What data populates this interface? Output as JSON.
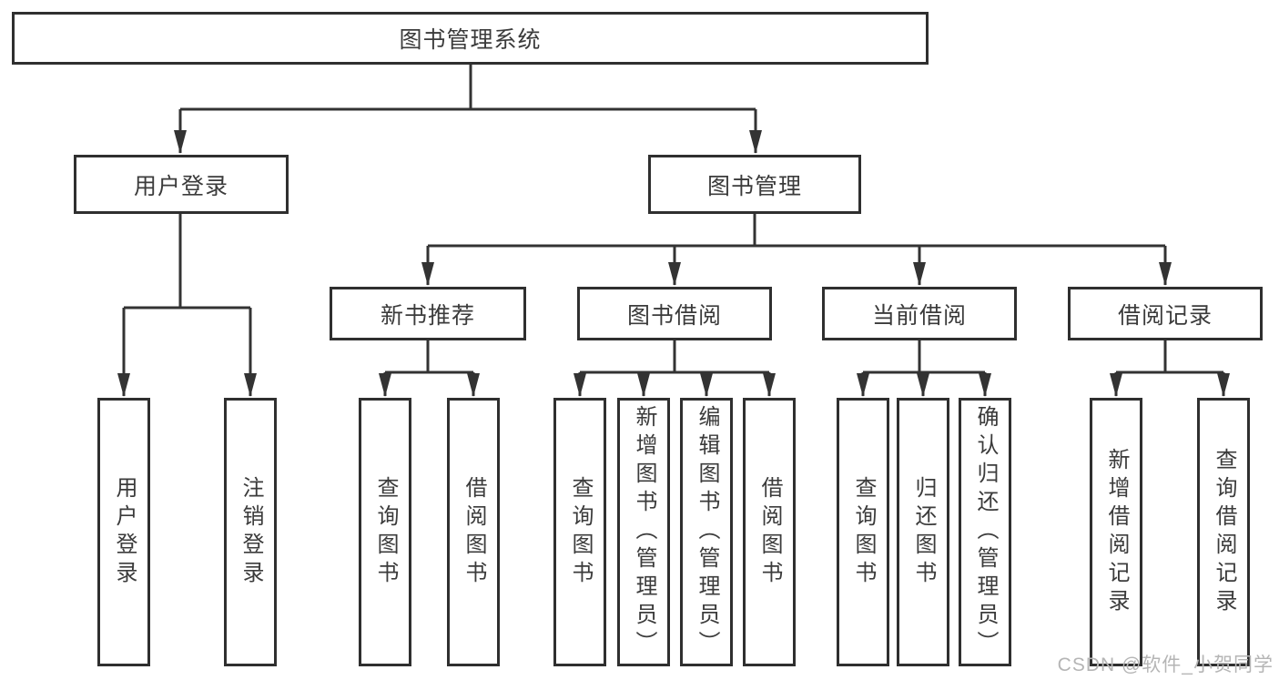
{
  "diagram": {
    "title": "图书管理系统",
    "root": {
      "label": "图书管理系统"
    },
    "level2": [
      {
        "label": "用户登录",
        "parent": "图书管理系统"
      },
      {
        "label": "图书管理",
        "parent": "图书管理系统"
      }
    ],
    "level3": [
      {
        "label": "新书推荐",
        "parent": "图书管理"
      },
      {
        "label": "图书借阅",
        "parent": "图书管理"
      },
      {
        "label": "当前借阅",
        "parent": "图书管理"
      },
      {
        "label": "借阅记录",
        "parent": "图书管理"
      }
    ],
    "leaves": [
      {
        "label": "用户登录",
        "parent": "用户登录"
      },
      {
        "label": "注销登录",
        "parent": "用户登录"
      },
      {
        "label": "查询图书",
        "parent": "新书推荐"
      },
      {
        "label": "借阅图书",
        "parent": "新书推荐"
      },
      {
        "label": "查询图书",
        "parent": "图书借阅"
      },
      {
        "label": "新增图书（管理员）",
        "parent": "图书借阅"
      },
      {
        "label": "编辑图书（管理员）",
        "parent": "图书借阅"
      },
      {
        "label": "借阅图书",
        "parent": "图书借阅"
      },
      {
        "label": "查询图书",
        "parent": "当前借阅"
      },
      {
        "label": "归还图书",
        "parent": "当前借阅"
      },
      {
        "label": "确认归还（管理员）",
        "parent": "当前借阅"
      },
      {
        "label": "新增借阅记录",
        "parent": "借阅记录"
      },
      {
        "label": "查询借阅记录",
        "parent": "借阅记录"
      }
    ]
  },
  "watermark": {
    "text": "CSDN @软件_小贺同学"
  },
  "colors": {
    "line": "#333333",
    "border": "#2f2f2f",
    "text": "#3b3b3b",
    "background": "#ffffff",
    "watermark": "#b5b5b5"
  }
}
